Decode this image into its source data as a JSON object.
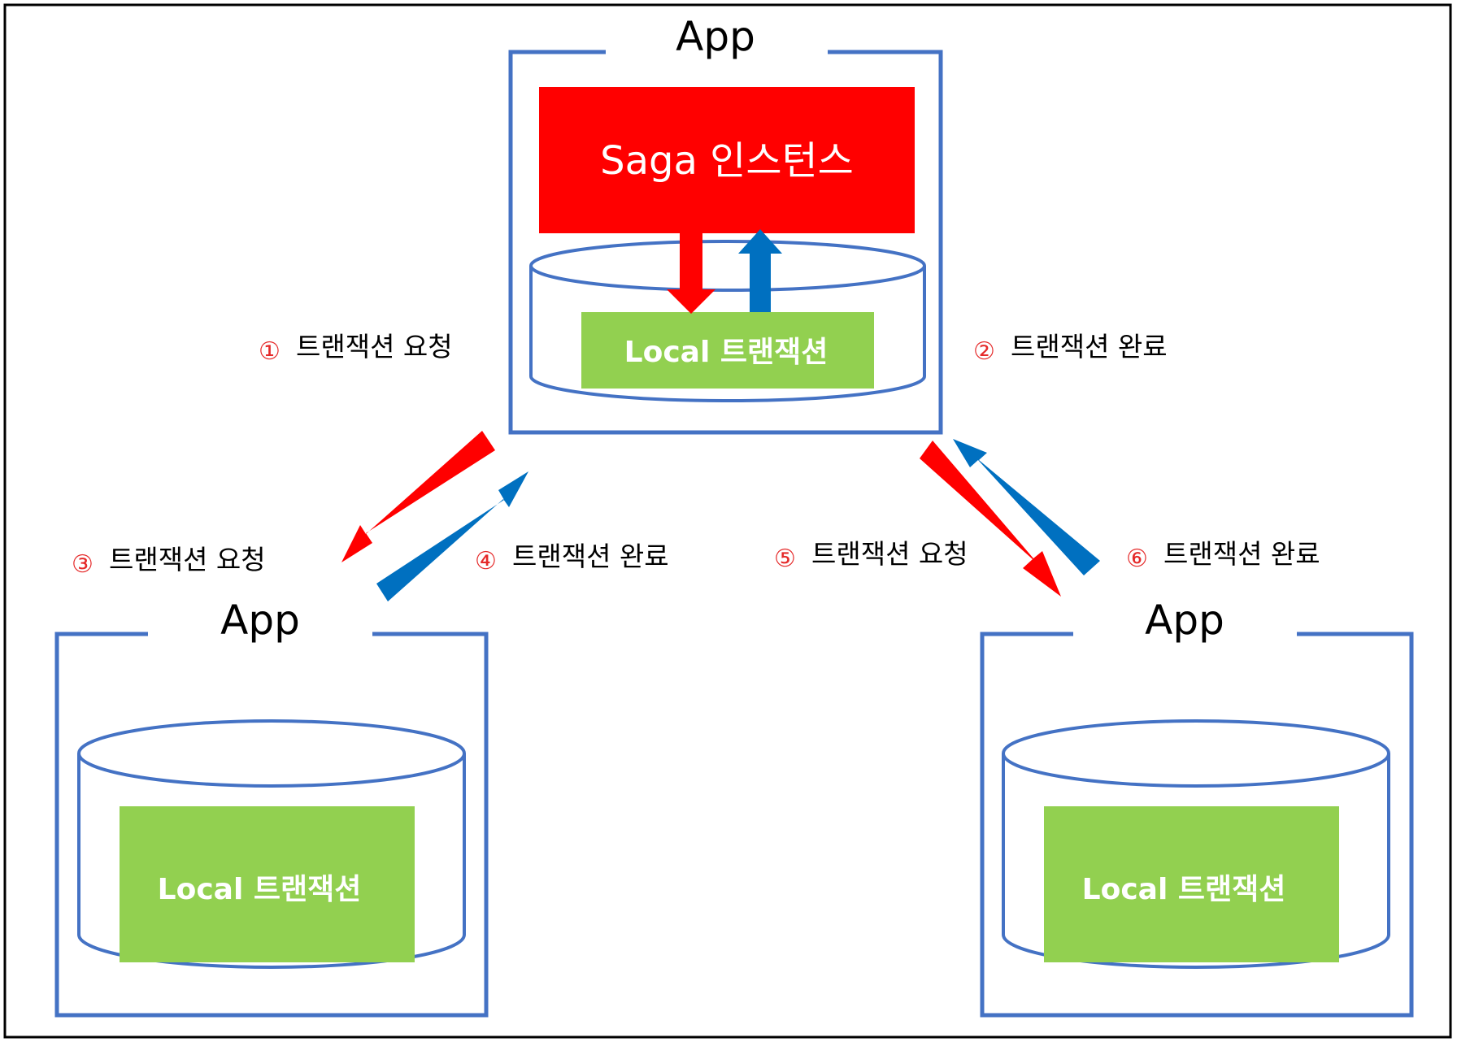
{
  "apps": {
    "top": {
      "title": "App",
      "saga_label": "Saga 인스턴스",
      "local_label": "Local 트랜잭션"
    },
    "left": {
      "title": "App",
      "local_label": "Local 트랜잭션"
    },
    "right": {
      "title": "App",
      "local_label": "Local 트랜잭션"
    }
  },
  "steps": [
    {
      "number": "①",
      "text": "트랜잭션 요청"
    },
    {
      "number": "②",
      "text": "트랜잭션 완료"
    },
    {
      "number": "③",
      "text": "트랜잭션 요청"
    },
    {
      "number": "④",
      "text": "트랜잭션 완료"
    },
    {
      "number": "⑤",
      "text": "트랜잭션 요청"
    },
    {
      "number": "⑥",
      "text": "트랜잭션 완료"
    }
  ],
  "colors": {
    "frame_border": "#4472c4",
    "saga_fill": "#ff0000",
    "local_fill": "#92d050",
    "request_arrow": "#ff0000",
    "complete_arrow": "#0070c0",
    "step_number": "#e52a2a"
  }
}
